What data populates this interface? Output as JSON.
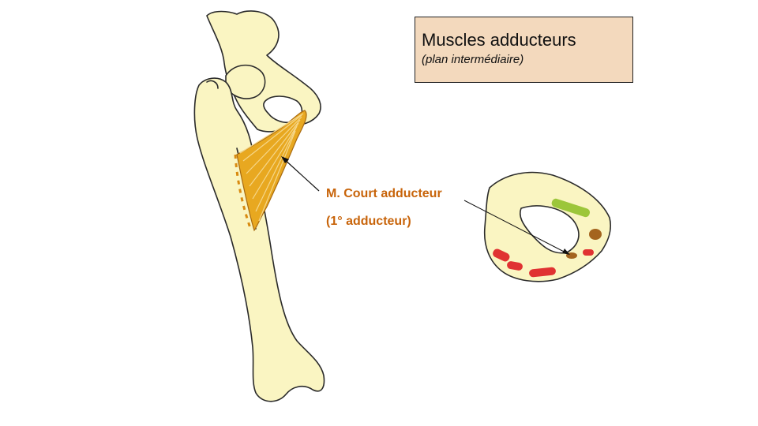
{
  "title": {
    "main": "Muscles adducteurs",
    "subtitle": "(plan intermédiaire)"
  },
  "muscle_label": {
    "name": "M. Court adducteur",
    "note": "(1° adducteur)"
  },
  "colors": {
    "bone": "#faf5c2",
    "muscle": "#e8a820",
    "label": "#c8640a",
    "title_bg": "#f3d9bd",
    "green_insertion": "#9cc63a",
    "brown_insertion": "#a4641e",
    "red_insertion": "#e03232"
  }
}
